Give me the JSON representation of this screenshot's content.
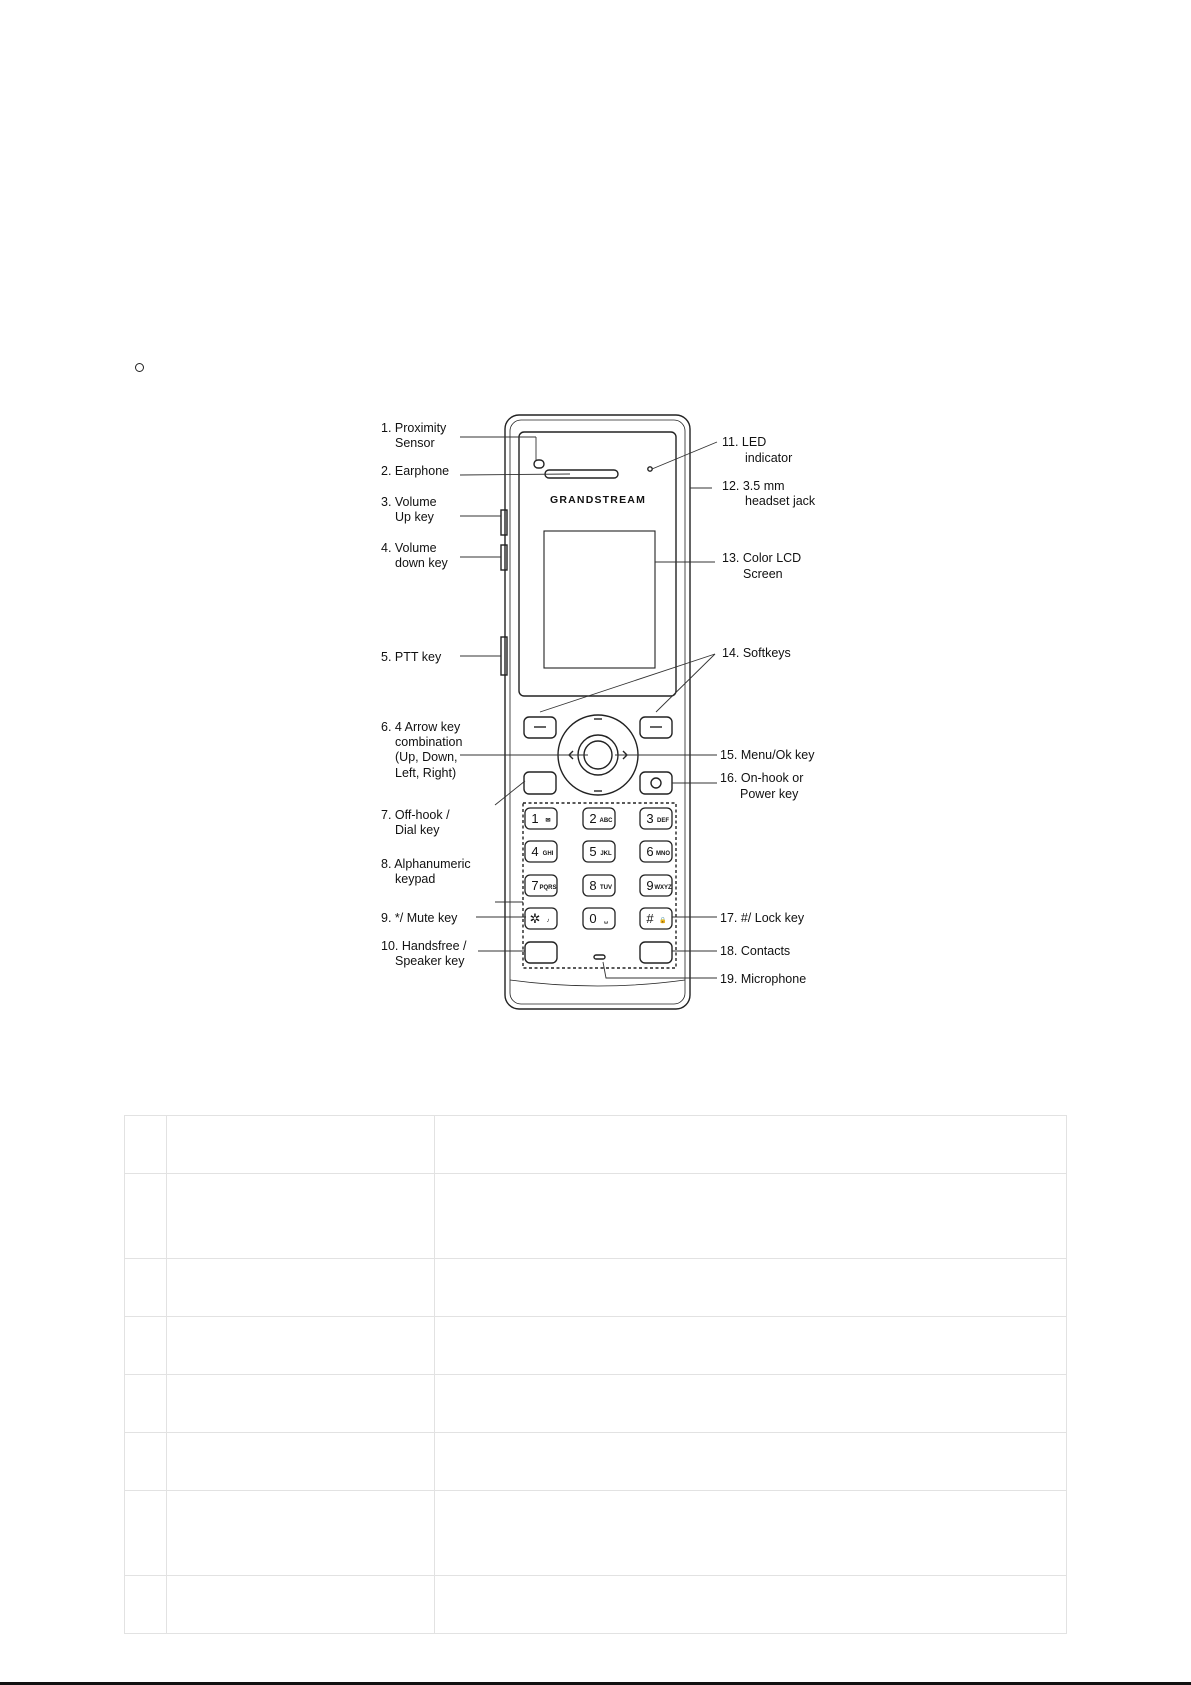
{
  "callouts": {
    "c1": "1. Proximity",
    "c1b": "Sensor",
    "c2": "2. Earphone",
    "c3": "3. Volume",
    "c3b": "Up key",
    "c4": "4. Volume",
    "c4b": "down key",
    "c5": "5. PTT key",
    "c6": "6. 4 Arrow key",
    "c6b": "combination",
    "c6c": "(Up, Down,",
    "c6d": "Left, Right)",
    "c7": "7. Off-hook /",
    "c7b": "Dial key",
    "c8": "8. Alphanumeric",
    "c8b": "keypad",
    "c9": "9. */ Mute key",
    "c10": "10. Handsfree /",
    "c10b": "Speaker key",
    "c11": "11. LED",
    "c11b": "indicator",
    "c12": "12. 3.5 mm",
    "c12b": "headset jack",
    "c13": "13. Color LCD",
    "c13b": "Screen",
    "c14": "14. Softkeys",
    "c15": "15. Menu/Ok key",
    "c16": "16. On-hook or",
    "c16b": "Power key",
    "c17": "17. #/ Lock key",
    "c18": "18. Contacts",
    "c19": "19. Microphone"
  },
  "phone": {
    "brand": "GRANDSTREAM",
    "keys": [
      {
        "digit": "1",
        "sub": "✉"
      },
      {
        "digit": "2",
        "sub": "ABC"
      },
      {
        "digit": "3",
        "sub": "DEF"
      },
      {
        "digit": "4",
        "sub": "GHI"
      },
      {
        "digit": "5",
        "sub": "JKL"
      },
      {
        "digit": "6",
        "sub": "MNO"
      },
      {
        "digit": "7",
        "sub": "PQRS"
      },
      {
        "digit": "8",
        "sub": "TUV"
      },
      {
        "digit": "9",
        "sub": "WXYZ"
      },
      {
        "digit": "✲",
        "sub": "♪"
      },
      {
        "digit": "0",
        "sub": "␣"
      },
      {
        "digit": "#",
        "sub": "🔒"
      }
    ]
  },
  "table": {
    "rows": [
      [
        "",
        "",
        ""
      ],
      [
        "",
        "",
        ""
      ],
      [
        "",
        "",
        ""
      ],
      [
        "",
        "",
        ""
      ],
      [
        "",
        "",
        ""
      ],
      [
        "",
        "",
        ""
      ],
      [
        "",
        "",
        ""
      ],
      [
        "",
        "",
        ""
      ]
    ]
  }
}
